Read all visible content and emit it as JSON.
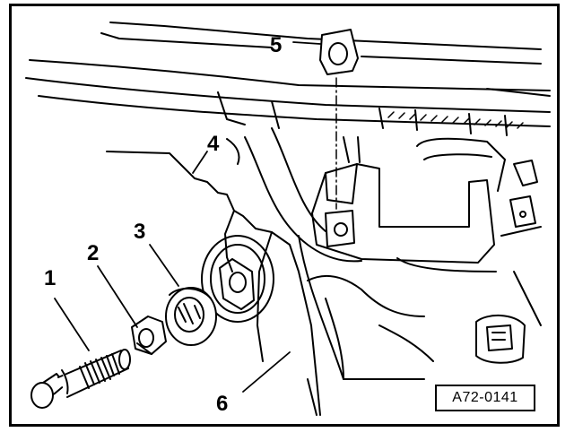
{
  "figure": {
    "reference_code": "A72-0141",
    "callouts": [
      "1",
      "2",
      "3",
      "4",
      "5",
      "6"
    ],
    "parts": [
      "bolt",
      "nut",
      "washer",
      "body-panel-edge",
      "clip-nut",
      "body-sheet"
    ]
  }
}
